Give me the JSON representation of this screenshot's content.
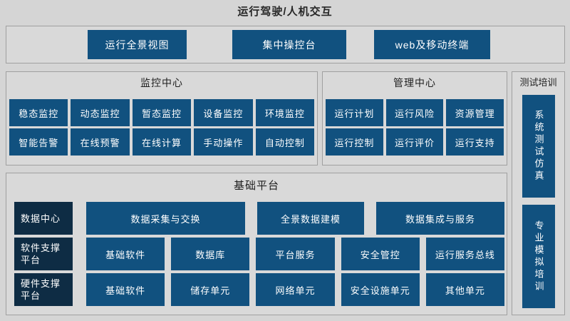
{
  "page": {
    "title": "运行驾驶/人机交互"
  },
  "top_panel": {
    "buttons": [
      "运行全景视图",
      "集中操控台",
      "web及移动终端"
    ]
  },
  "monitoring_center": {
    "title": "监控中心",
    "rows": [
      [
        "稳态监控",
        "动态监控",
        "暂态监控",
        "设备监控",
        "环境监控"
      ],
      [
        "智能告警",
        "在线预警",
        "在线计算",
        "手动操作",
        "自动控制"
      ]
    ]
  },
  "management_center": {
    "title": "管理中心",
    "rows": [
      [
        "运行计划",
        "运行风险",
        "资源管理"
      ],
      [
        "运行控制",
        "运行评价",
        "运行支持"
      ]
    ]
  },
  "test_training": {
    "title": "测试培训",
    "buttons": [
      "系统测试仿真",
      "专业模拟培训"
    ]
  },
  "base_platform": {
    "title": "基础平台",
    "rows": [
      {
        "label": "数据中心",
        "buttons": [
          "数据采集与交换",
          "全景数据建模",
          "数据集成与服务"
        ]
      },
      {
        "label": "软件支撑平台",
        "buttons": [
          "基础软件",
          "数据库",
          "平台服务",
          "安全管控",
          "运行服务总线"
        ]
      },
      {
        "label": "硬件支撑平台",
        "buttons": [
          "基础软件",
          "储存单元",
          "网络单元",
          "安全设施单元",
          "其他单元"
        ]
      }
    ]
  },
  "colors": {
    "tile_blue": "#11517F",
    "category_navy": "#0E2C44",
    "page_background": "#D5D5D5",
    "panel_background": "#D9D9D9",
    "panel_border": "#A0A0A0",
    "title_text": "#262626",
    "tile_text": "#FFFFFF"
  }
}
